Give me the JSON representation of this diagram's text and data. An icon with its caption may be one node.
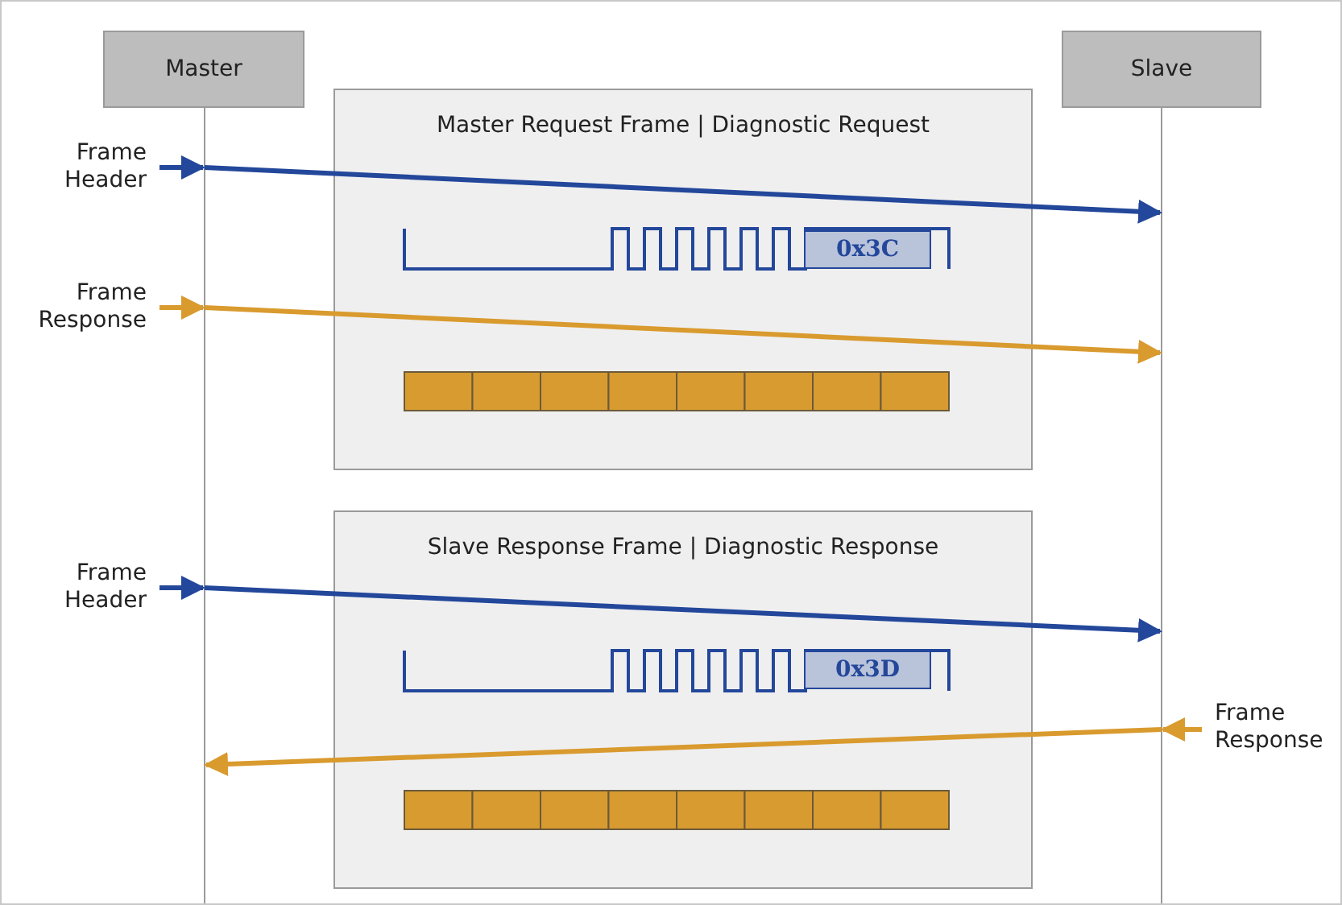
{
  "diagram": {
    "nodes": [
      {
        "text": [
          "Master"
        ]
      },
      {
        "text": [
          "Slave"
        ]
      },
      {
        "text": [
          "Master Request Frame | Diagnostic Request"
        ]
      },
      {
        "text": [
          "Frame Header"
        ]
      },
      {
        "text": [
          "0x3C"
        ],
        "in": 2
      },
      {
        "text": [
          "Frame Response"
        ]
      },
      {
        "text": [
          "Slave Response Frame | Diagnostic Response"
        ]
      },
      {
        "text": [
          "Frame Header"
        ]
      },
      {
        "text": [
          "0x3D"
        ],
        "in": 6
      },
      {
        "text": [
          "Frame Response"
        ]
      }
    ],
    "edges": [
      {
        "from": 3,
        "to": 0,
        "arrow": "to",
        "color": "#23479a"
      },
      {
        "from": 0,
        "to": 1,
        "arrow": "to",
        "color": "#23479a"
      },
      {
        "from": 5,
        "to": 0,
        "arrow": "to",
        "color": "#d99a2e"
      },
      {
        "from": 0,
        "to": 1,
        "arrow": "to",
        "color": "#d99a2e"
      },
      {
        "from": 7,
        "to": 0,
        "arrow": "to",
        "color": "#23479a"
      },
      {
        "from": 0,
        "to": 1,
        "arrow": "to",
        "color": "#23479a"
      },
      {
        "from": 9,
        "to": 1,
        "arrow": "to",
        "color": "#d99a2e"
      },
      {
        "from": 1,
        "to": 0,
        "arrow": "to",
        "color": "#d99a2e"
      }
    ]
  }
}
